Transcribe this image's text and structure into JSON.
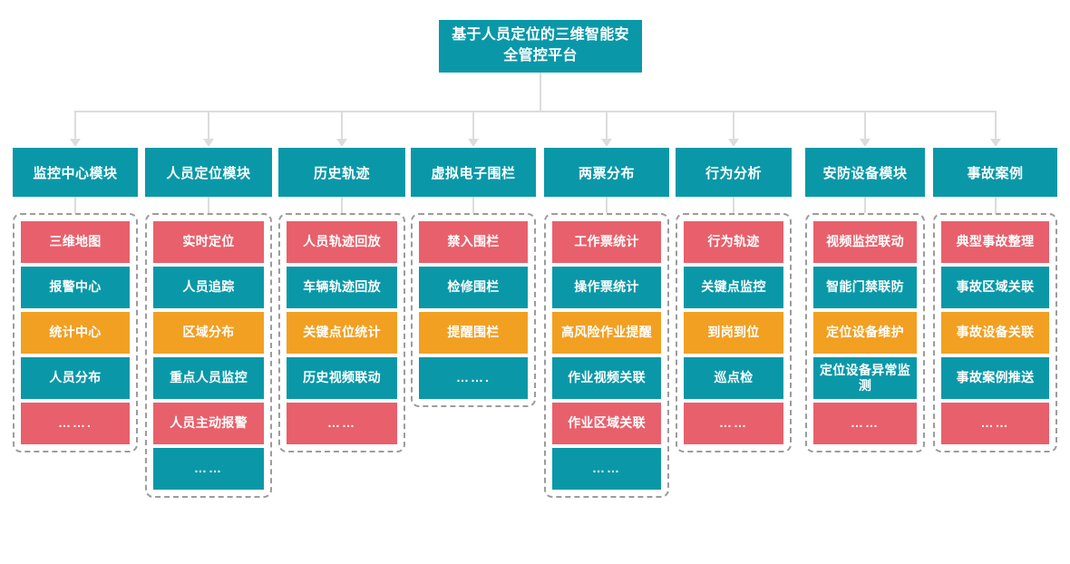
{
  "diagram": {
    "title": "基于人员定位的三维智能安全管控平台",
    "colors": {
      "red": "#E8606B",
      "teal": "#0A98A8",
      "orange": "#F2A022",
      "connector": "#DCDCDC",
      "group_border": "#9C9C9C",
      "background": "#FFFFFF"
    },
    "columns": [
      {
        "header": "监控中心模块",
        "items": [
          {
            "label": "三维地图",
            "color": "red"
          },
          {
            "label": "报警中心",
            "color": "teal"
          },
          {
            "label": "统计中心",
            "color": "orange"
          },
          {
            "label": "人员分布",
            "color": "teal"
          },
          {
            "label": "…….",
            "color": "red"
          }
        ]
      },
      {
        "header": "人员定位模块",
        "items": [
          {
            "label": "实时定位",
            "color": "red"
          },
          {
            "label": "人员追踪",
            "color": "teal"
          },
          {
            "label": "区域分布",
            "color": "orange"
          },
          {
            "label": "重点人员监控",
            "color": "teal"
          },
          {
            "label": "人员主动报警",
            "color": "red"
          },
          {
            "label": "……",
            "color": "teal"
          }
        ]
      },
      {
        "header": "历史轨迹",
        "items": [
          {
            "label": "人员轨迹回放",
            "color": "red"
          },
          {
            "label": "车辆轨迹回放",
            "color": "teal"
          },
          {
            "label": "关键点位统计",
            "color": "orange"
          },
          {
            "label": "历史视频联动",
            "color": "teal"
          },
          {
            "label": "……",
            "color": "red"
          }
        ]
      },
      {
        "header": "虚拟电子围栏",
        "items": [
          {
            "label": "禁入围栏",
            "color": "red"
          },
          {
            "label": "检修围栏",
            "color": "teal"
          },
          {
            "label": "提醒围栏",
            "color": "orange"
          },
          {
            "label": "…….",
            "color": "teal"
          }
        ]
      },
      {
        "header": "两票分布",
        "items": [
          {
            "label": "工作票统计",
            "color": "red"
          },
          {
            "label": "操作票统计",
            "color": "teal"
          },
          {
            "label": "高风险作业提醒",
            "color": "orange"
          },
          {
            "label": "作业视频关联",
            "color": "teal"
          },
          {
            "label": "作业区域关联",
            "color": "red"
          },
          {
            "label": "……",
            "color": "teal"
          }
        ]
      },
      {
        "header": "行为分析",
        "items": [
          {
            "label": "行为轨迹",
            "color": "red"
          },
          {
            "label": "关键点监控",
            "color": "teal"
          },
          {
            "label": "到岗到位",
            "color": "orange"
          },
          {
            "label": "巡点检",
            "color": "teal"
          },
          {
            "label": "……",
            "color": "red"
          }
        ]
      },
      {
        "header": "安防设备模块",
        "items": [
          {
            "label": "视频监控联动",
            "color": "red"
          },
          {
            "label": "智能门禁联防",
            "color": "teal"
          },
          {
            "label": "定位设备维护",
            "color": "orange"
          },
          {
            "label": "定位设备异常监测",
            "color": "teal"
          },
          {
            "label": "……",
            "color": "red"
          }
        ]
      },
      {
        "header": "事故案例",
        "items": [
          {
            "label": "典型事故整理",
            "color": "red"
          },
          {
            "label": "事故区域关联",
            "color": "teal"
          },
          {
            "label": "事故设备关联",
            "color": "orange"
          },
          {
            "label": "事故案例推送",
            "color": "teal"
          },
          {
            "label": "……",
            "color": "red"
          }
        ]
      }
    ]
  }
}
